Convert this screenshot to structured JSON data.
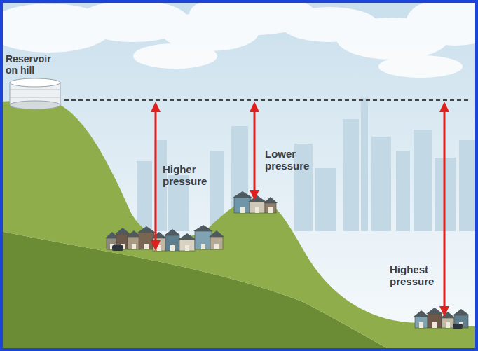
{
  "diagram": {
    "labels": [
      "Reservoir on hill",
      "Higher pressure",
      "Lower pressure",
      "Highest pressure"
    ]
  }
}
